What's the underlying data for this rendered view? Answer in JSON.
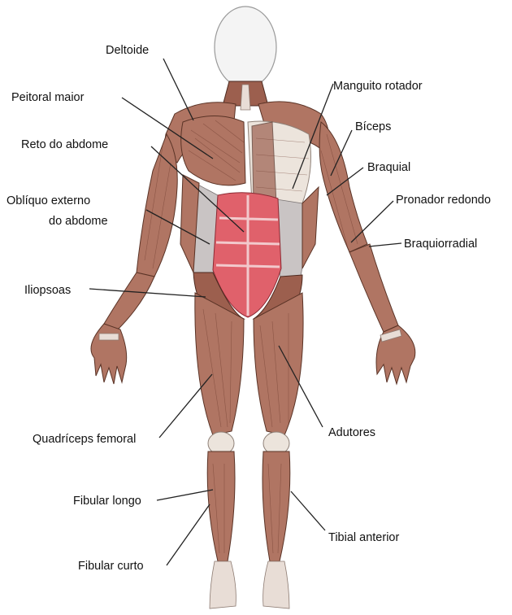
{
  "labels": {
    "deltoide": "Deltoide",
    "peitoral_maior": "Peitoral maior",
    "reto_abdome": "Reto do abdome",
    "obliquo_line1": "Oblíquo externo",
    "obliquo_line2": "do abdome",
    "iliopsoas": "Iliopsoas",
    "quadriceps": "Quadríceps femoral",
    "fibular_longo": "Fibular longo",
    "fibular_curto": "Fibular curto",
    "manguito": "Manguito rotador",
    "biceps": "Bíceps",
    "braquial": "Braquial",
    "pronador": "Pronador redondo",
    "braquiorradial": "Braquiorradial",
    "adutores": "Adutores",
    "tibial_anterior": "Tibial anterior"
  }
}
